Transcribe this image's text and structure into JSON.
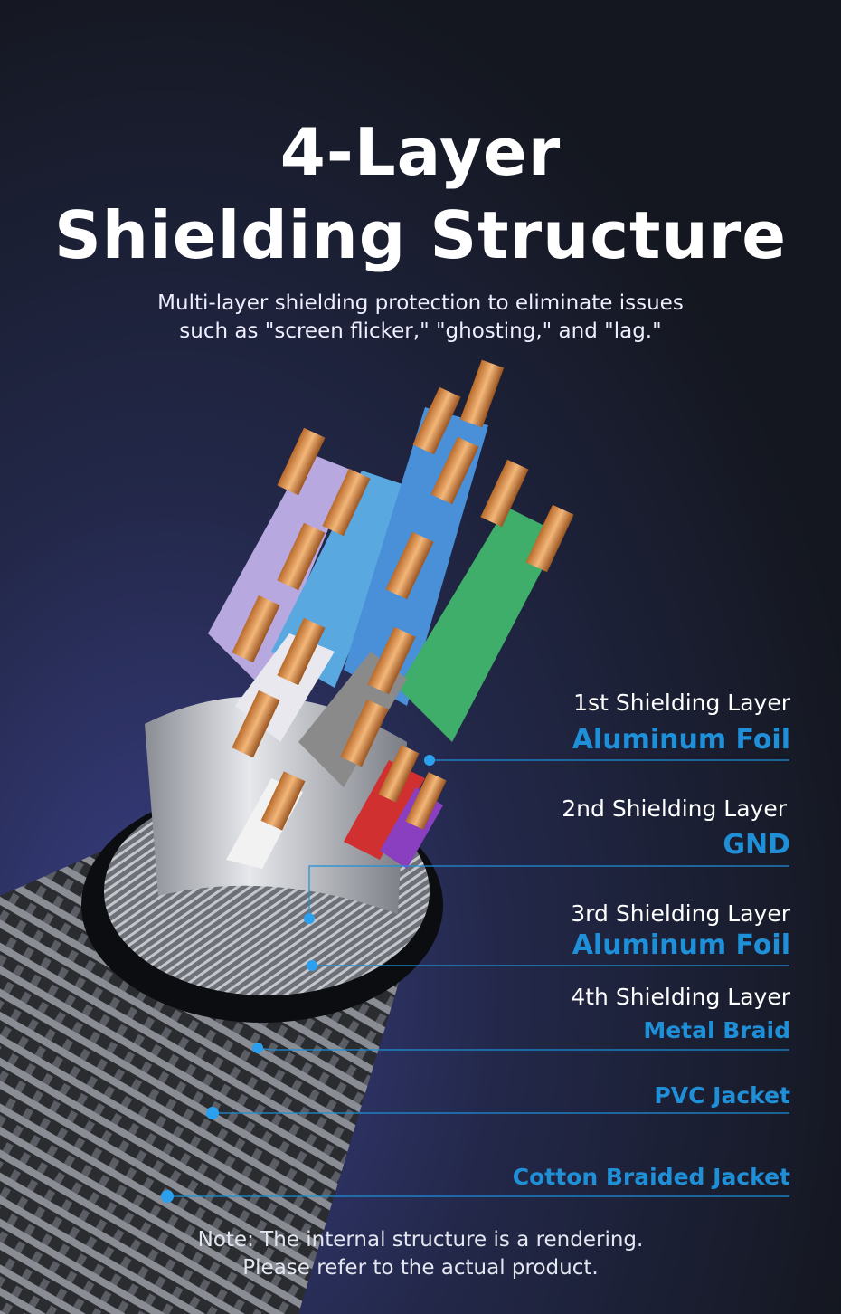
{
  "header": {
    "title_line1": "4-Layer",
    "title_line2": "Shielding Structure",
    "subtitle_line1": "Multi-layer shielding protection to eliminate issues",
    "subtitle_line2": "such as \"screen flicker,\" \"ghosting,\" and \"lag.\""
  },
  "layers": [
    {
      "name": "1st Shielding Layer",
      "material": "Aluminum Foil"
    },
    {
      "name": "2nd Shielding Layer",
      "material": "GND"
    },
    {
      "name": "3rd Shielding Layer",
      "material": "Aluminum Foil"
    },
    {
      "name": "4th Shielding Layer",
      "material": "Metal Braid"
    },
    {
      "material": "PVC Jacket"
    },
    {
      "material": "Cotton Braided Jacket"
    }
  ],
  "note": {
    "line1": "Note: The internal structure is a rendering.",
    "line2": "Please refer to the actual product."
  },
  "colors": {
    "accent": "#1f8fd8",
    "background": "#14171f"
  }
}
